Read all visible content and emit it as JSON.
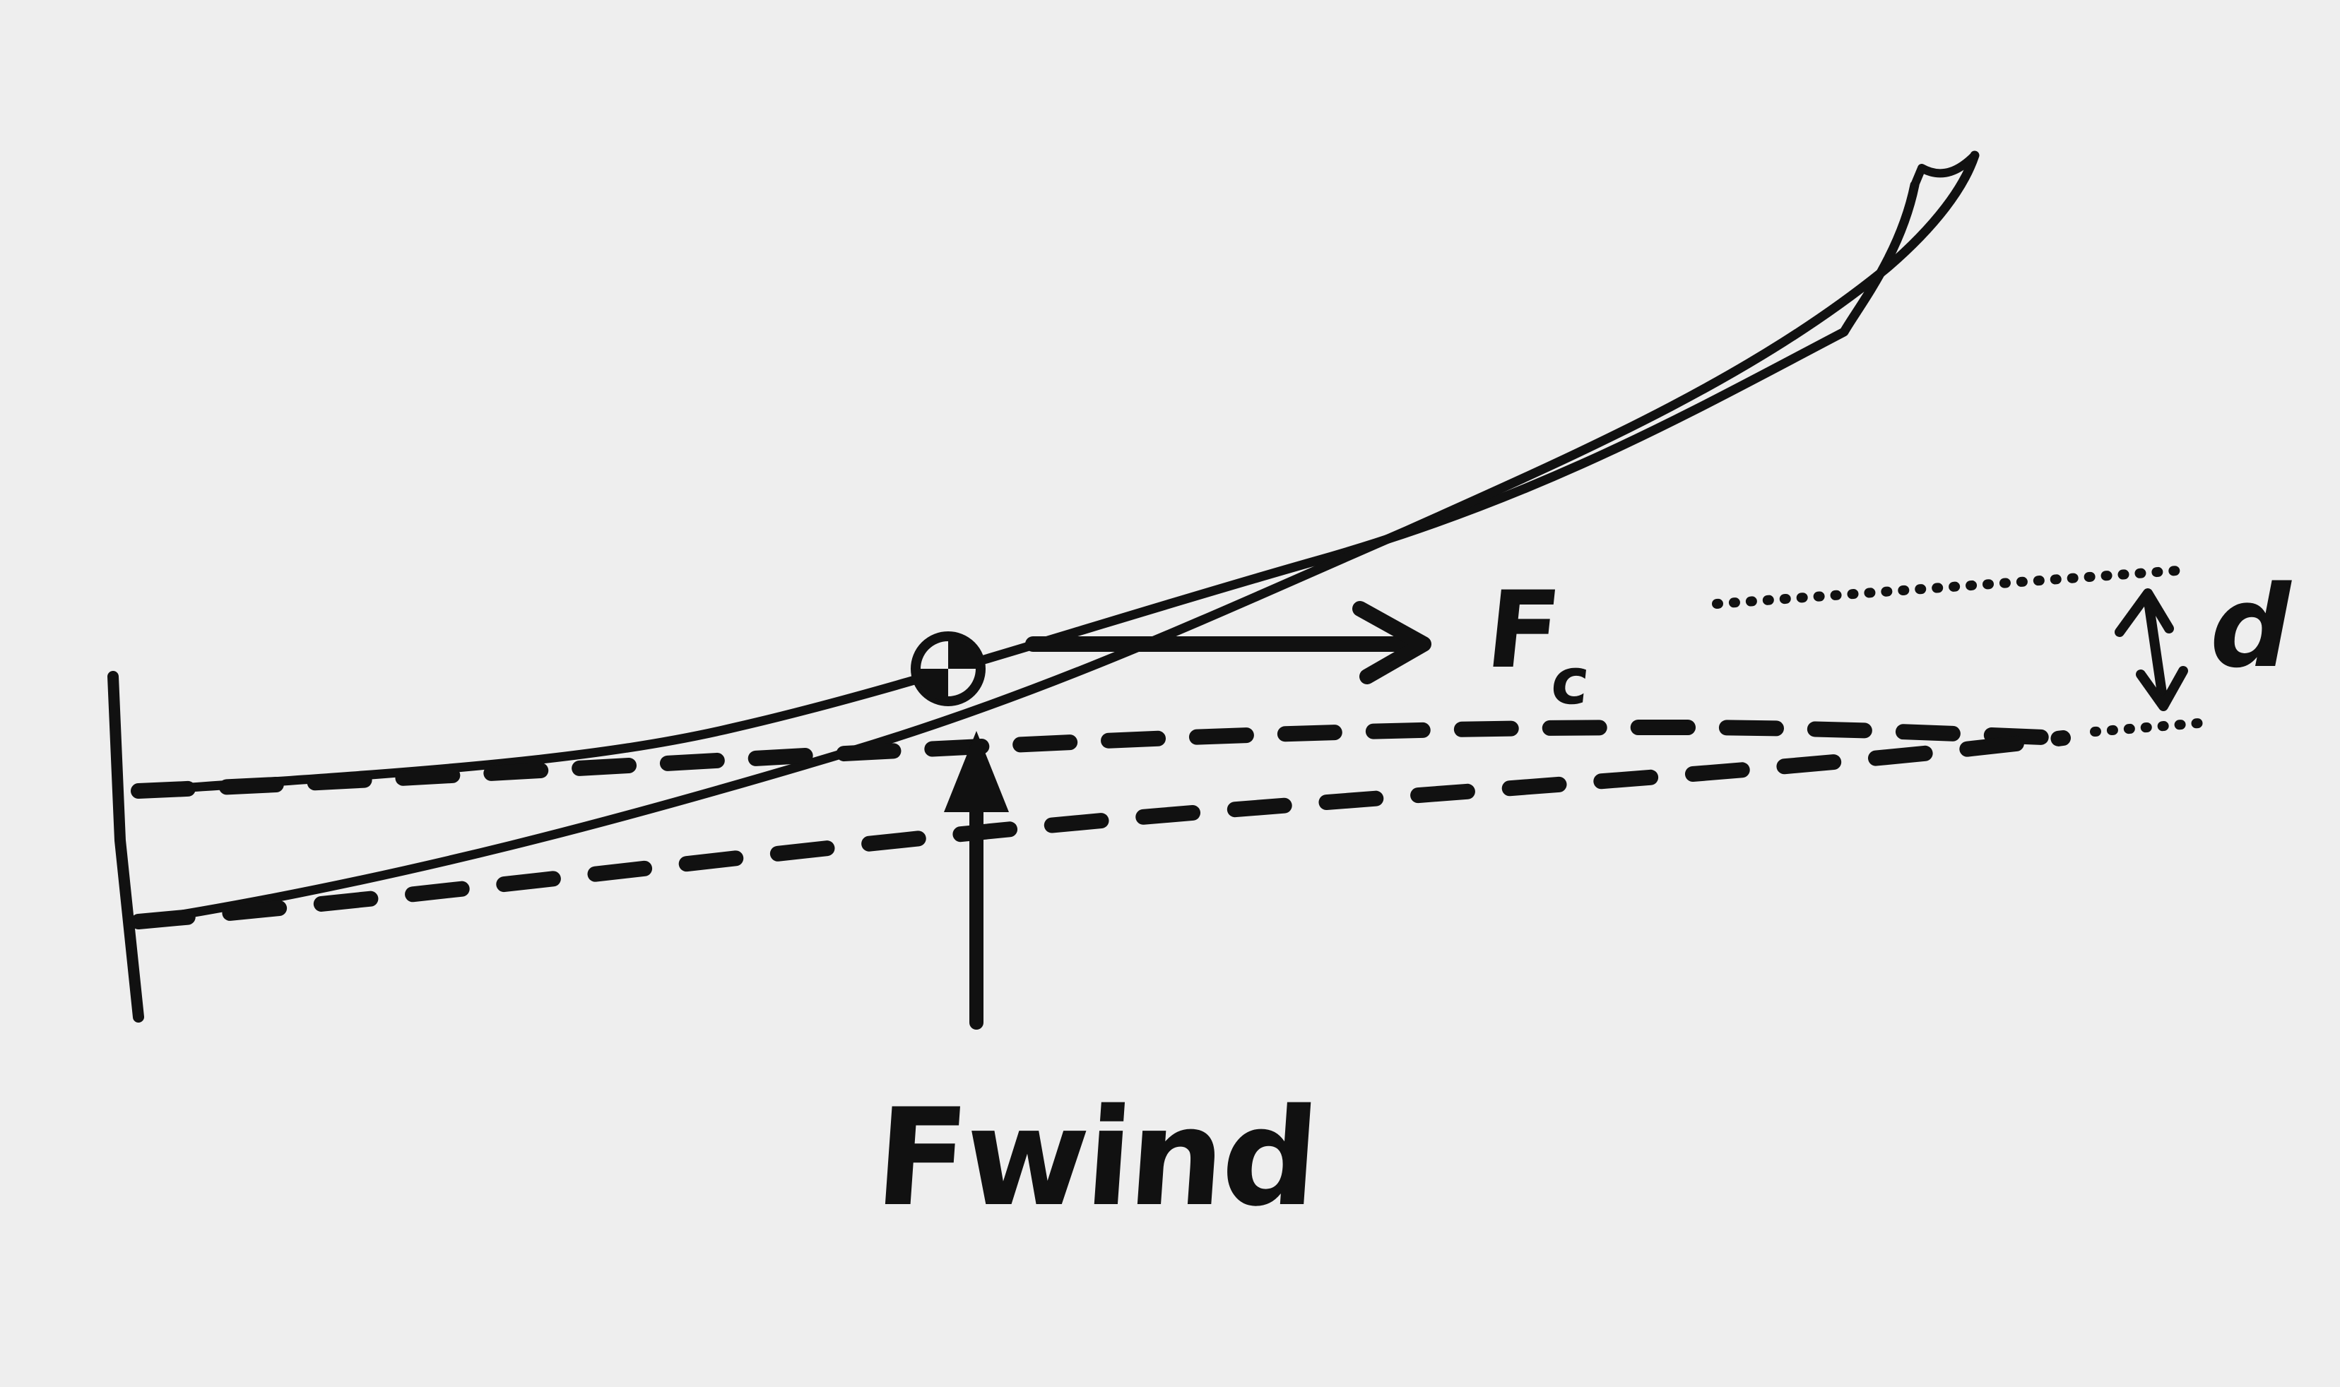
{
  "diagram": {
    "labels": {
      "fc_main": "F",
      "fc_sub": "c",
      "d": "d",
      "fwind": "Fwind"
    },
    "colors": {
      "background": "#eeeeee",
      "ink": "#111111"
    }
  }
}
